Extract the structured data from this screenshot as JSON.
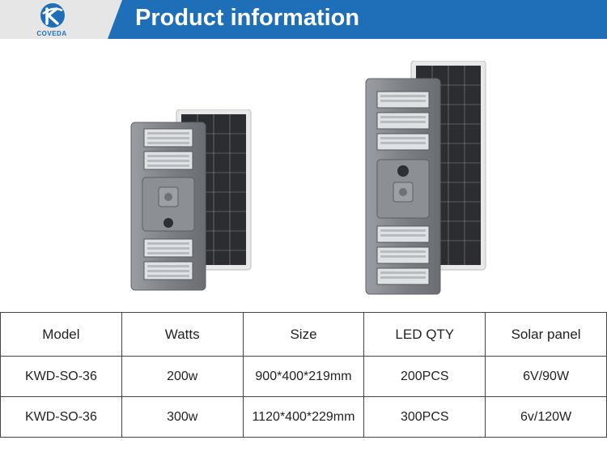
{
  "brand": {
    "name": "COVEDA",
    "accent": "#1f6fb8",
    "logo_bg": "#e6e6e6"
  },
  "header": {
    "title": "Product information"
  },
  "images": [
    {
      "name": "solar-street-light-200w",
      "icon": "solar-street-light"
    },
    {
      "name": "solar-street-light-300w",
      "icon": "solar-street-light"
    }
  ],
  "table": {
    "headers": [
      "Model",
      "Watts",
      "Size",
      "LED QTY",
      "Solar panel"
    ],
    "rows": [
      [
        "KWD-SO-36",
        "200w",
        "900*400*219mm",
        "200PCS",
        "6V/90W"
      ],
      [
        "KWD-SO-36",
        "300w",
        "1120*400*229mm",
        "300PCS",
        "6v/120W"
      ]
    ]
  }
}
